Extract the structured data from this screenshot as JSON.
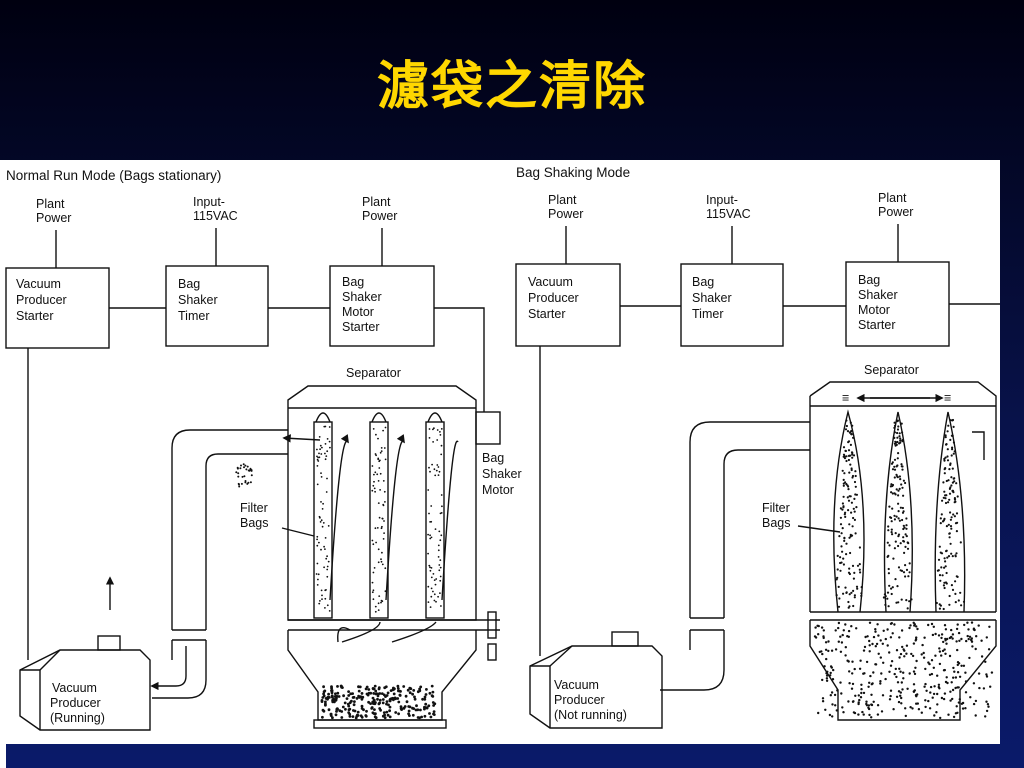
{
  "slide": {
    "title": "濾袋之清除"
  },
  "normal_mode": {
    "header": "Normal Run Mode (Bags stationary)",
    "plant_power_1": [
      "Plant",
      "Power"
    ],
    "input_power": [
      "Input-",
      "115VAC"
    ],
    "plant_power_2": [
      "Plant",
      "Power"
    ],
    "vacuum_starter": [
      "Vacuum",
      "Producer",
      "Starter"
    ],
    "shaker_timer": [
      "Bag",
      "Shaker",
      "Timer"
    ],
    "shaker_motor_starter": [
      "Bag",
      "Shaker",
      "Motor",
      "Starter"
    ],
    "separator": "Separator",
    "shaker_motor": [
      "Bag",
      "Shaker",
      "Motor"
    ],
    "filter_bags": [
      "Filter",
      "Bags"
    ],
    "vacuum_producer": [
      "Vacuum",
      "Producer",
      "(Running)"
    ]
  },
  "shaking_mode": {
    "header": "Bag Shaking Mode",
    "plant_power_1": [
      "Plant",
      "Power"
    ],
    "input_power": [
      "Input-",
      "115VAC"
    ],
    "plant_power_2": [
      "Plant",
      "Power"
    ],
    "vacuum_starter": [
      "Vacuum",
      "Producer",
      "Starter"
    ],
    "shaker_timer": [
      "Bag",
      "Shaker",
      "Timer"
    ],
    "shaker_motor_starter": [
      "Bag",
      "Shaker",
      "Motor",
      "Starter"
    ],
    "separator": "Separator",
    "filter_bags": [
      "Filter",
      "Bags"
    ],
    "vacuum_producer": [
      "Vacuum",
      "Producer",
      "(Not running)"
    ]
  },
  "colors": {
    "title": "#ffd700",
    "line": "#111111",
    "panel": "#ffffff"
  }
}
